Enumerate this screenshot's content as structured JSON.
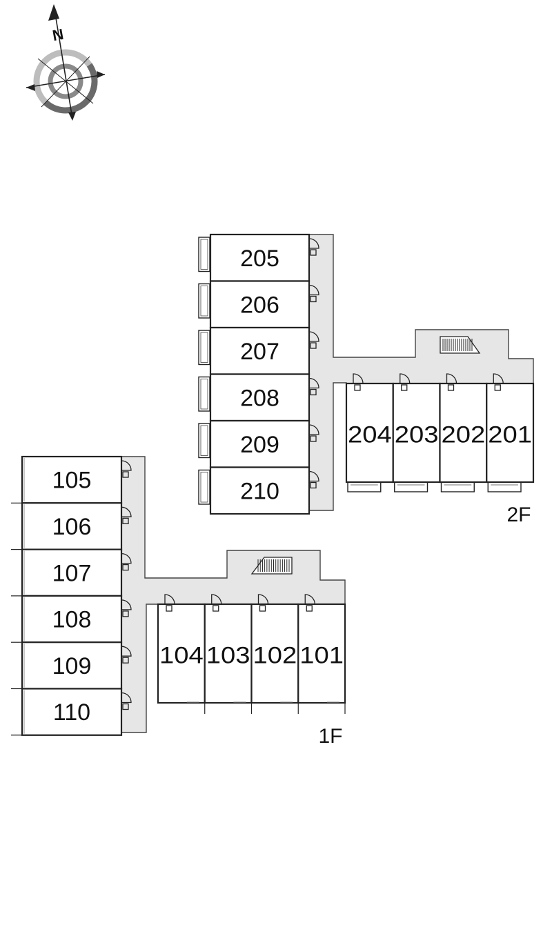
{
  "compass": {
    "north_label": "N",
    "icon": "compass-rose-icon"
  },
  "floors": {
    "second": {
      "label": "2F",
      "units_vertical": [
        "205",
        "206",
        "207",
        "208",
        "209",
        "210"
      ],
      "units_horizontal": [
        "204",
        "203",
        "202",
        "201"
      ]
    },
    "first": {
      "label": "1F",
      "units_vertical": [
        "105",
        "106",
        "107",
        "108",
        "109",
        "110"
      ],
      "units_horizontal": [
        "104",
        "103",
        "102",
        "101"
      ]
    }
  },
  "icons": {
    "stairs": "stairs-icon",
    "door": "door-icon"
  }
}
